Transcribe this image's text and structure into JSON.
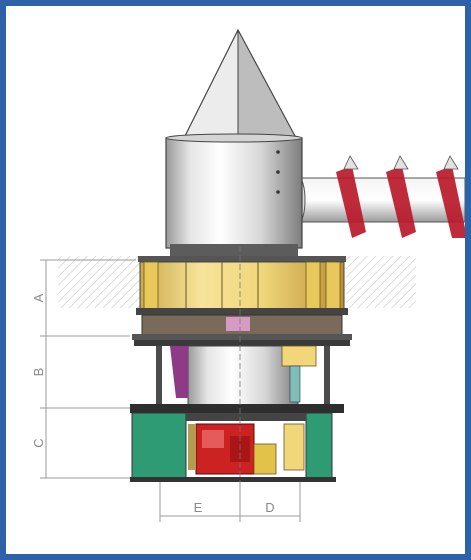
{
  "labels": {
    "dim_a": "A",
    "dim_b": "B",
    "dim_c": "C",
    "dim_e": "E",
    "dim_d": "D"
  },
  "colors": {
    "frame": "#2d61a8",
    "steel": "#d8d8d8",
    "yellow": "#f1d77a",
    "green": "#2f9b75",
    "red": "#cc2222",
    "purple": "#8e3a86",
    "dim_line": "#9a9a9a"
  }
}
